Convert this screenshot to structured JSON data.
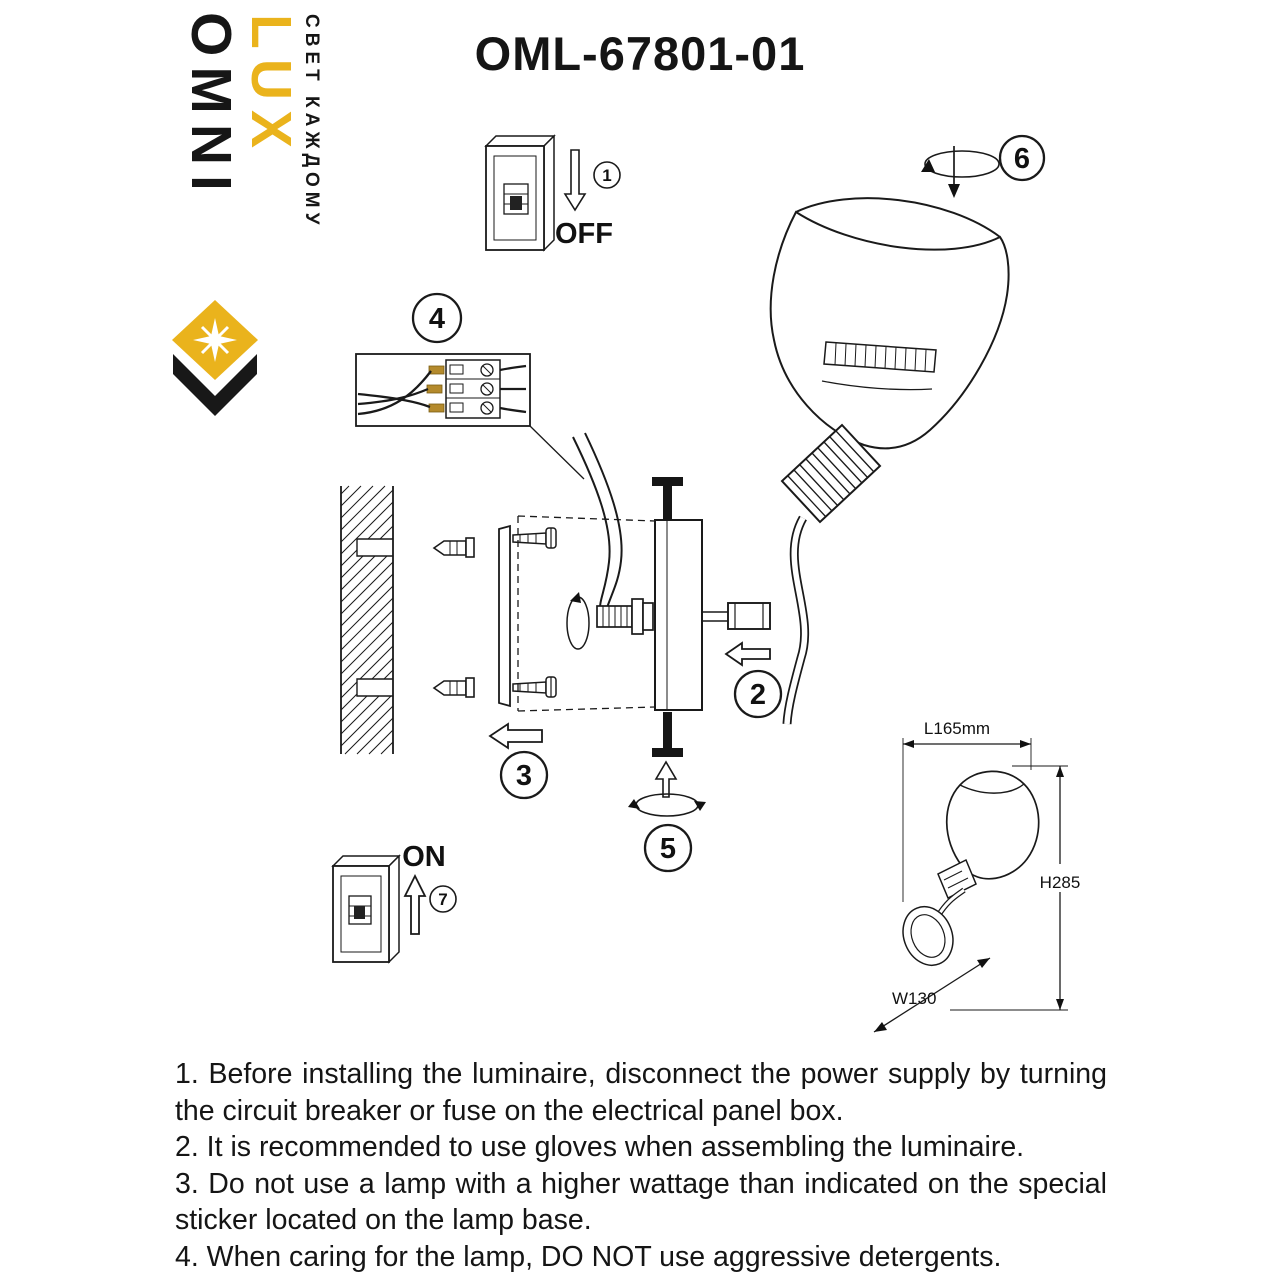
{
  "header": {
    "title": "OML-67801-01"
  },
  "logo": {
    "brand_black": "OMNI",
    "brand_gold": "LUX",
    "tagline": "СВЕТ КАЖДОМУ",
    "gold_color": "#eab31c",
    "black_color": "#161616"
  },
  "labels": {
    "off": "OFF",
    "on": "ON"
  },
  "callouts": {
    "c1": "1",
    "c2": "2",
    "c3": "3",
    "c4": "4",
    "c5": "5",
    "c6": "6",
    "c7": "7"
  },
  "dimensions": {
    "length": "L165mm",
    "height": "H285",
    "width": "W130"
  },
  "instructions": [
    "1. Before installing the luminaire, disconnect the power supply by turning the circuit breaker or fuse on the electrical panel box.",
    "2. It is recommended to use gloves when assembling the luminaire.",
    "3. Do not use a lamp with a higher wattage than indicated on the special sticker located on the lamp base.",
    "4. When caring for the lamp, DO NOT use aggressive detergents."
  ]
}
